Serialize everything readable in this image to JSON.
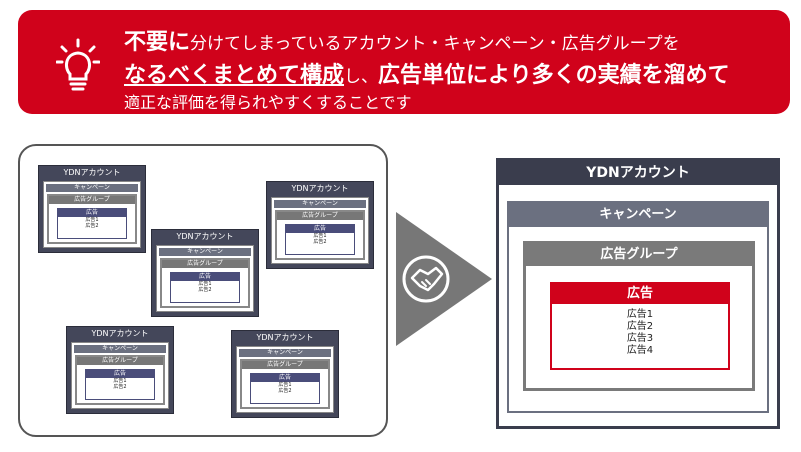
{
  "banner": {
    "line1_bold": "不要に",
    "line1_rest": "分けてしまっているアカウント・キャンペーン・広告グループを",
    "line2_underline": "なるべくまとめて構成",
    "line2_mid": "し、",
    "line2_bold": "広告単位により多くの実績を溜めて",
    "line3": "適正な評価を得られやすくすることです"
  },
  "mini": {
    "account": "YDNアカウント",
    "campaign": "キャンペーン",
    "group": "広告グループ",
    "ad": "広告",
    "items": [
      "広告1",
      "広告2"
    ]
  },
  "right": {
    "account": "YDNアカウント",
    "campaign": "キャンペーン",
    "group": "広告グループ",
    "ad": "広告",
    "items": [
      "広告1",
      "広告2",
      "広告3",
      "広告4"
    ]
  },
  "colors": {
    "accent": "#d0021b",
    "dark": "#3a3d4d"
  }
}
